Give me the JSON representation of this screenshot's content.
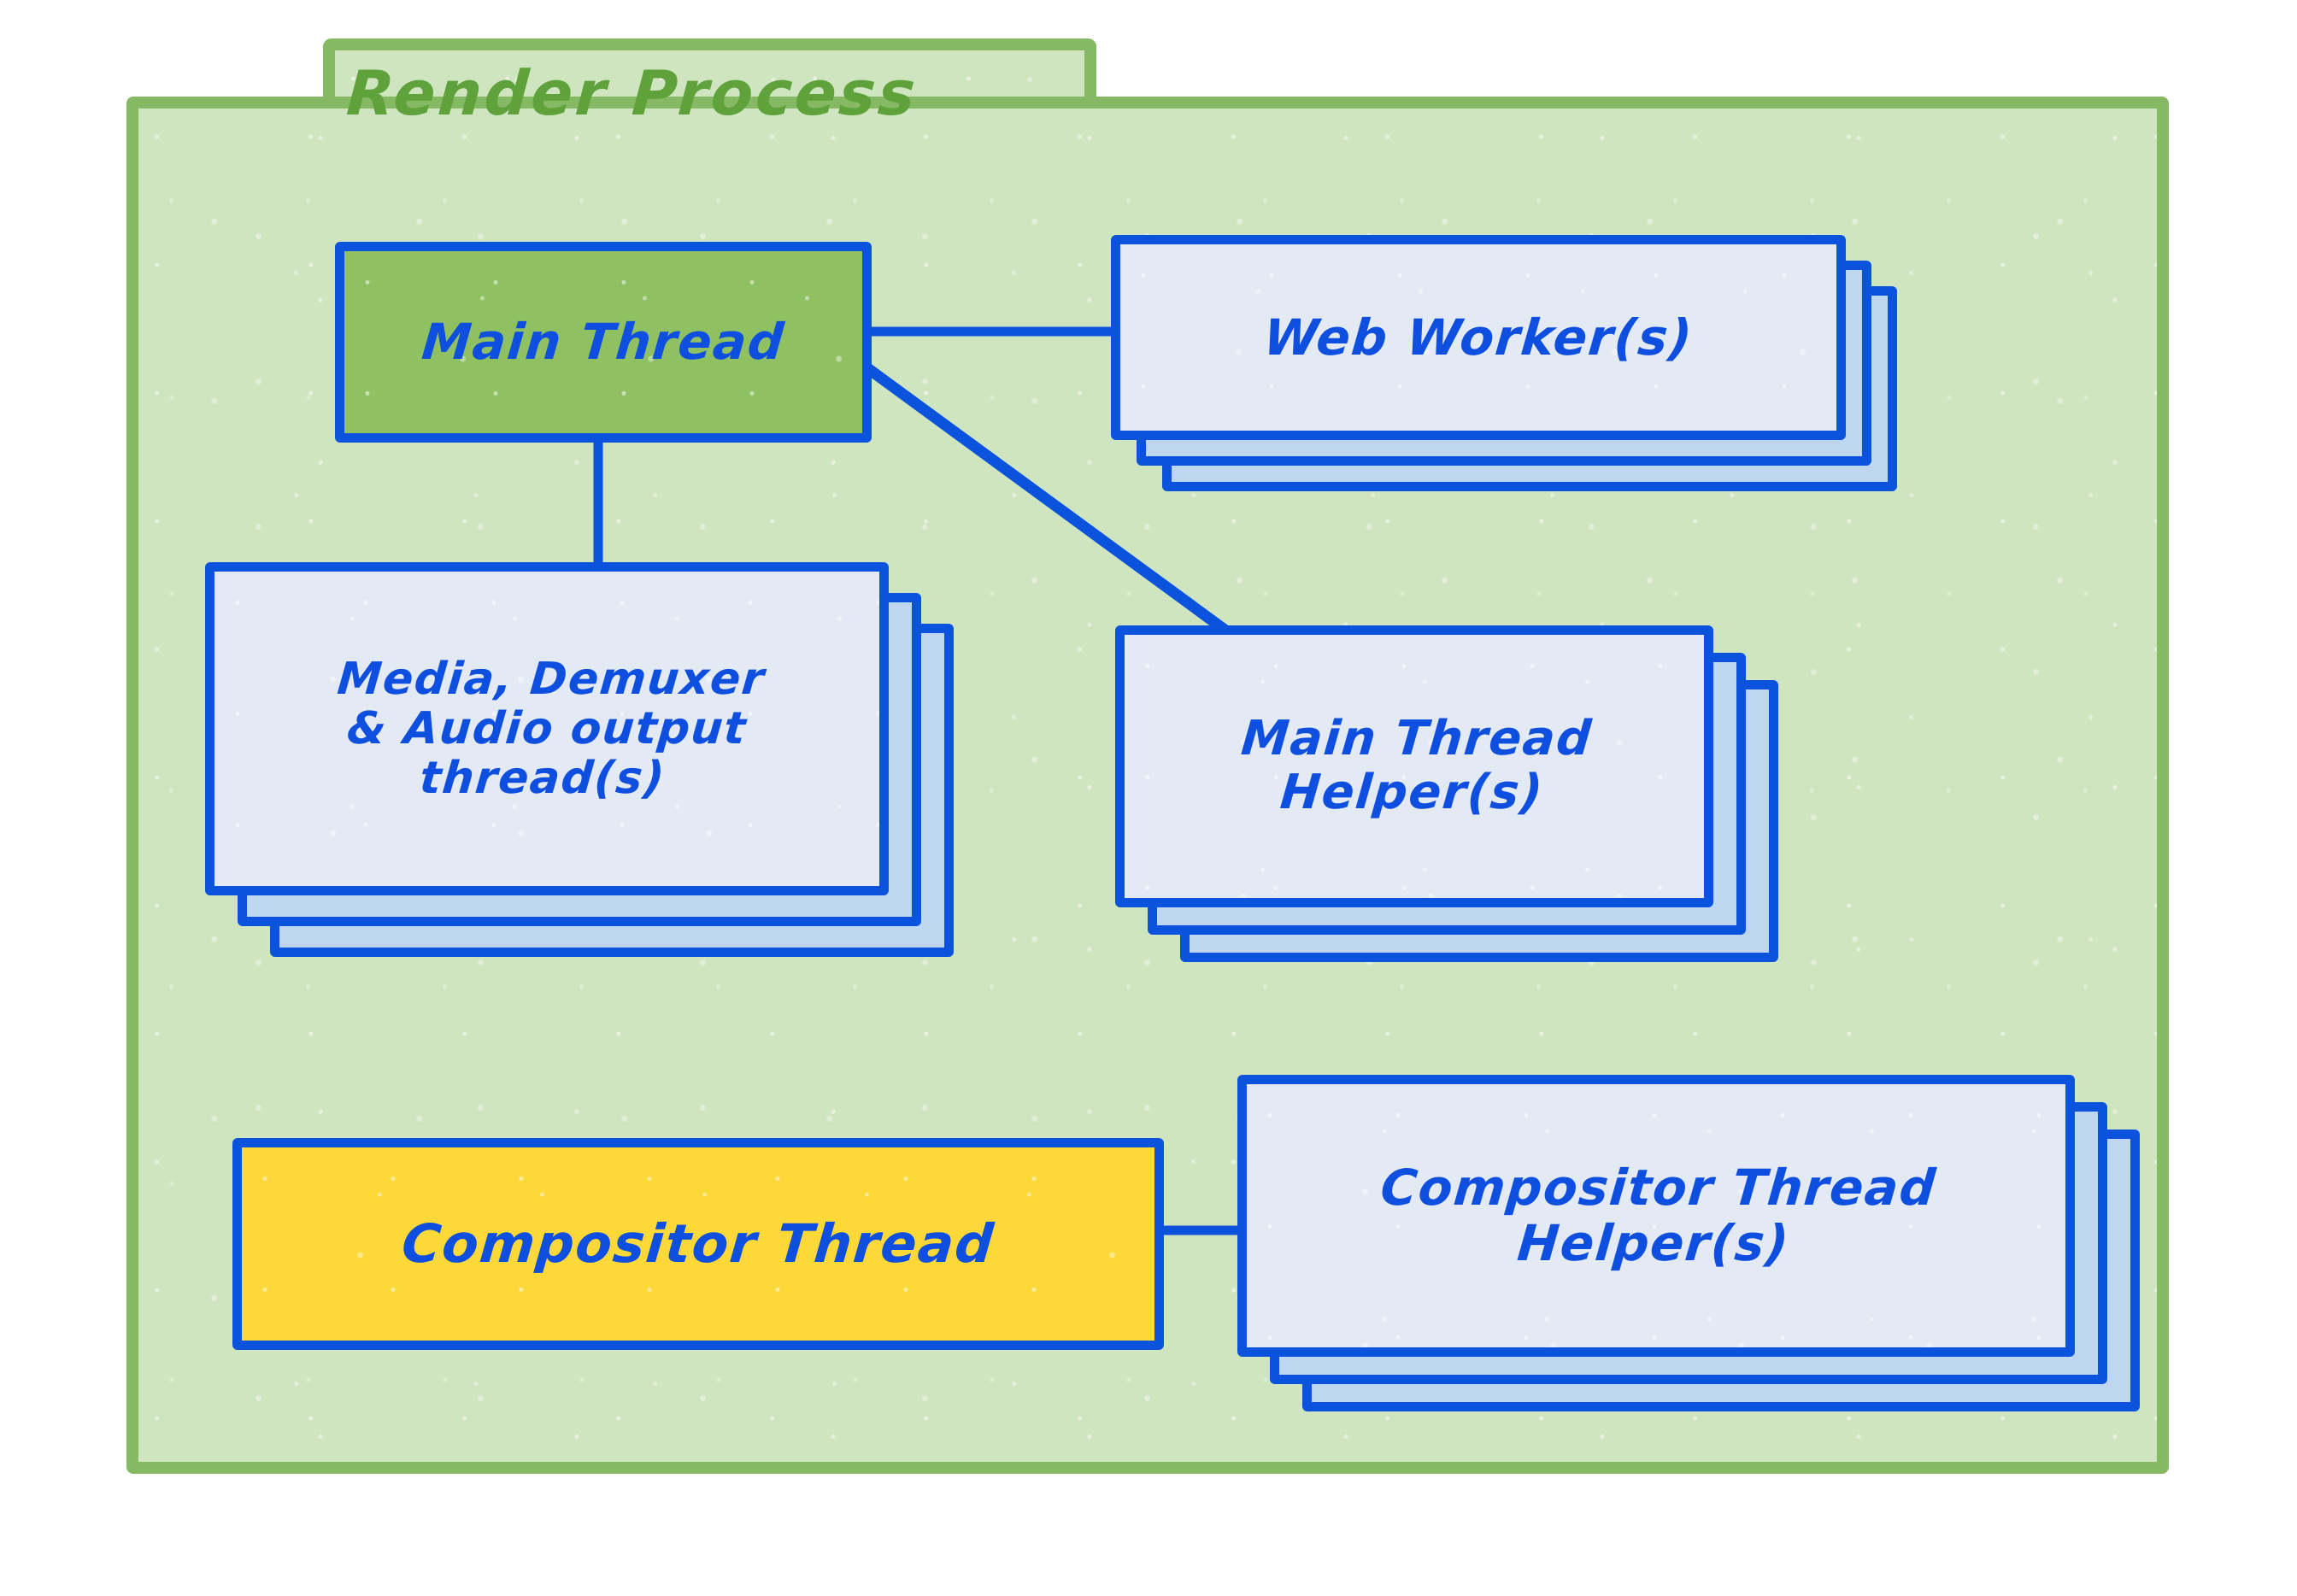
{
  "diagram": {
    "title": "Render Process",
    "accent_colors": {
      "frame_border": "#86B963",
      "frame_fill": "#CFE5C0",
      "title_text": "#5FA23C",
      "box_border": "#0B52DC",
      "box_text": "#0F4FE0",
      "card_front_fill": "#E4EAF3",
      "card_stack_fill": "#BFD6F0",
      "main_thread_fill": "#8FC062",
      "compositor_thread_fill": "#FCD839"
    },
    "nodes": [
      {
        "id": "main-thread",
        "label": "Main Thread",
        "stacked": false,
        "fill": "green"
      },
      {
        "id": "web-worker",
        "label": "Web Worker(s)",
        "stacked": true,
        "fill": "light"
      },
      {
        "id": "media-thread",
        "label": "Media, Demuxer\n& Audio output\nthread(s)",
        "stacked": true,
        "fill": "light"
      },
      {
        "id": "main-thread-helper",
        "label": "Main Thread\nHelper(s)",
        "stacked": true,
        "fill": "light"
      },
      {
        "id": "compositor-thread",
        "label": "Compositor Thread",
        "stacked": false,
        "fill": "yellow"
      },
      {
        "id": "compositor-thread-helper",
        "label": "Compositor Thread\nHelper(s)",
        "stacked": true,
        "fill": "light"
      }
    ],
    "connections": [
      {
        "from": "main-thread",
        "to": "web-worker",
        "kind": "horizontal"
      },
      {
        "from": "main-thread",
        "to": "main-thread-helper",
        "kind": "diagonal"
      },
      {
        "from": "main-thread",
        "to": "media-thread",
        "kind": "vertical"
      },
      {
        "from": "compositor-thread",
        "to": "compositor-thread-helper",
        "kind": "horizontal"
      }
    ]
  }
}
